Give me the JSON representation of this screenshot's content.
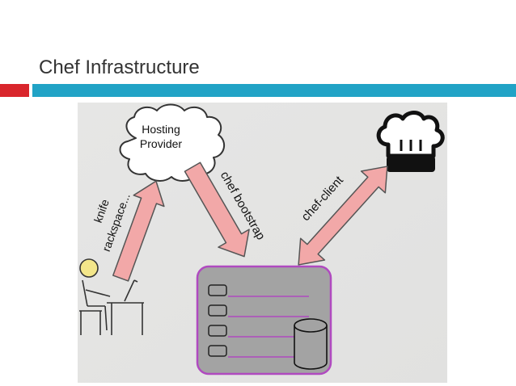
{
  "slide": {
    "title": "Chef Infrastructure"
  },
  "diagram": {
    "cloud_line1": "Hosting",
    "cloud_line2": "Provider",
    "arrow_knife_line1": "knife",
    "arrow_knife_line2": "rackspace...",
    "arrow_bootstrap": "chef bootstrap",
    "arrow_client": "chef-client",
    "colors": {
      "background": "#e4e4e3",
      "arrow_fill": "#f2a8a8",
      "server_fill": "#a3a3a3",
      "server_border": "#b04ac0",
      "row_line": "#b04ac0",
      "accent_red": "#d9262c",
      "accent_blue": "#21a3c6"
    },
    "icons": [
      "cloud-icon",
      "chef-hat-icon",
      "person-at-desk-icon",
      "server-icon",
      "database-icon"
    ]
  }
}
